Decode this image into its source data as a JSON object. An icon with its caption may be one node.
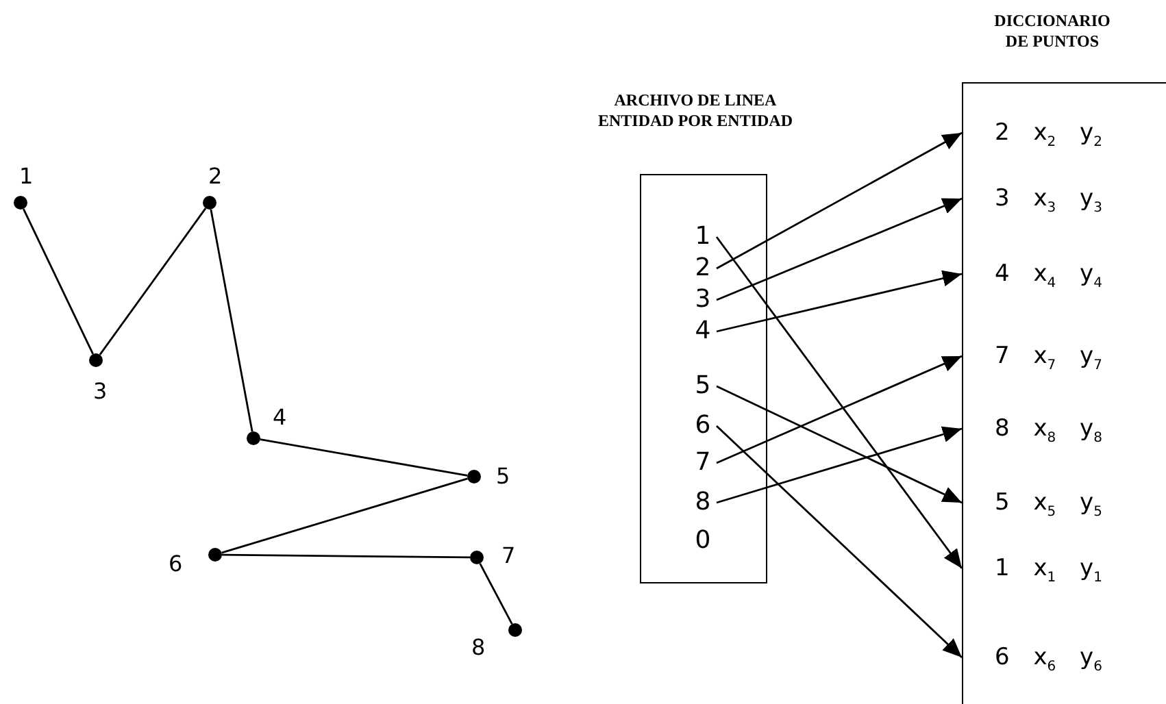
{
  "diagram": {
    "nodes": [
      {
        "text": [],
        "shape": "circle",
        "beside": [
          "1"
        ]
      },
      {
        "text": [],
        "shape": "circle",
        "beside": [
          "2"
        ]
      },
      {
        "text": [],
        "shape": "circle",
        "beside": [
          "3"
        ]
      },
      {
        "text": [],
        "shape": "circle",
        "beside": [
          "4"
        ]
      },
      {
        "text": [],
        "shape": "circle",
        "beside": [
          "5"
        ]
      },
      {
        "text": [],
        "shape": "circle",
        "beside": [
          "6"
        ]
      },
      {
        "text": [],
        "shape": "circle",
        "beside": [
          "7"
        ]
      },
      {
        "text": [],
        "shape": "circle",
        "beside": [
          "8"
        ]
      },
      {
        "text": [
          "ARCHIVO DE LINEA ENTIDAD POR ENTIDAD"
        ]
      },
      {
        "text": [
          "1"
        ],
        "in": 8
      },
      {
        "text": [
          "2"
        ],
        "in": 8
      },
      {
        "text": [
          "3"
        ],
        "in": 8
      },
      {
        "text": [
          "4"
        ],
        "in": 8
      },
      {
        "text": [
          "5"
        ],
        "in": 8
      },
      {
        "text": [
          "6"
        ],
        "in": 8
      },
      {
        "text": [
          "7"
        ],
        "in": 8
      },
      {
        "text": [
          "8"
        ],
        "in": 8
      },
      {
        "text": [
          "0"
        ],
        "in": 8
      },
      {
        "text": [
          "DICCIONARIO DE PUNTOS"
        ]
      },
      {
        "text": [
          "2 x$_{2}$ y$_{2}$"
        ],
        "in": 18
      },
      {
        "text": [
          "3 x$_{3}$ y$_{3}$"
        ],
        "in": 18
      },
      {
        "text": [
          "4 x$_{4}$ y$_{4}$"
        ],
        "in": 18
      },
      {
        "text": [
          "7 x$_{7}$ y$_{7}$"
        ],
        "in": 18
      },
      {
        "text": [
          "8 x$_{8}$ y$_{8}$"
        ],
        "in": 18
      },
      {
        "text": [
          "5 x$_{5}$ y$_{5}$"
        ],
        "in": 18
      },
      {
        "text": [
          "1 x$_{1}$ y$_{1}$"
        ],
        "in": 18
      },
      {
        "text": [
          "6 x$_{6}$ y$_{6}$"
        ],
        "in": 18
      }
    ],
    "edges": [
      {
        "from": 0,
        "to": 2,
        "arrow": "none"
      },
      {
        "from": 2,
        "to": 1,
        "arrow": "none"
      },
      {
        "from": 1,
        "to": 3,
        "arrow": "none"
      },
      {
        "from": 3,
        "to": 4,
        "arrow": "none"
      },
      {
        "from": 4,
        "to": 5,
        "arrow": "none"
      },
      {
        "from": 5,
        "to": 6,
        "arrow": "none"
      },
      {
        "from": 6,
        "to": 7,
        "arrow": "none"
      },
      {
        "from": 9,
        "to": 25,
        "arrow": "to"
      },
      {
        "from": 10,
        "to": 19,
        "arrow": "to"
      },
      {
        "from": 11,
        "to": 20,
        "arrow": "to"
      },
      {
        "from": 12,
        "to": 21,
        "arrow": "to"
      },
      {
        "from": 13,
        "to": 24,
        "arrow": "to"
      },
      {
        "from": 14,
        "to": 26,
        "arrow": "to"
      },
      {
        "from": 15,
        "to": 22,
        "arrow": "to"
      },
      {
        "from": 16,
        "to": 23,
        "arrow": "to"
      }
    ]
  }
}
